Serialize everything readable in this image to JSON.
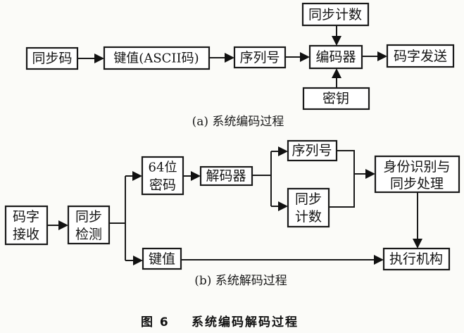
{
  "encoding": {
    "caption": "(a) 系统编码过程",
    "nodes": {
      "sync_code": "同步码",
      "key_value_ascii": "键值(ASCII码)",
      "serial_number": "序列号",
      "encoder": "编码器",
      "codeword_send": "码字发送",
      "sync_count": "同步计数",
      "key": "密钥"
    }
  },
  "decoding": {
    "caption": "(b) 系统解码过程",
    "nodes": {
      "codeword_receive": [
        "码字",
        "接收"
      ],
      "sync_detect": [
        "同步",
        "检测"
      ],
      "cipher_64bit": [
        "64位",
        "密码"
      ],
      "decoder": "解码器",
      "serial_number": "序列号",
      "sync_count": [
        "同步",
        "计数"
      ],
      "identity_sync": [
        "身份识别与",
        "同步处理"
      ],
      "key_value": "键值",
      "actuator": "执行机构"
    }
  },
  "figure_caption": {
    "label": "图 6",
    "title": "系统编码解码过程"
  }
}
